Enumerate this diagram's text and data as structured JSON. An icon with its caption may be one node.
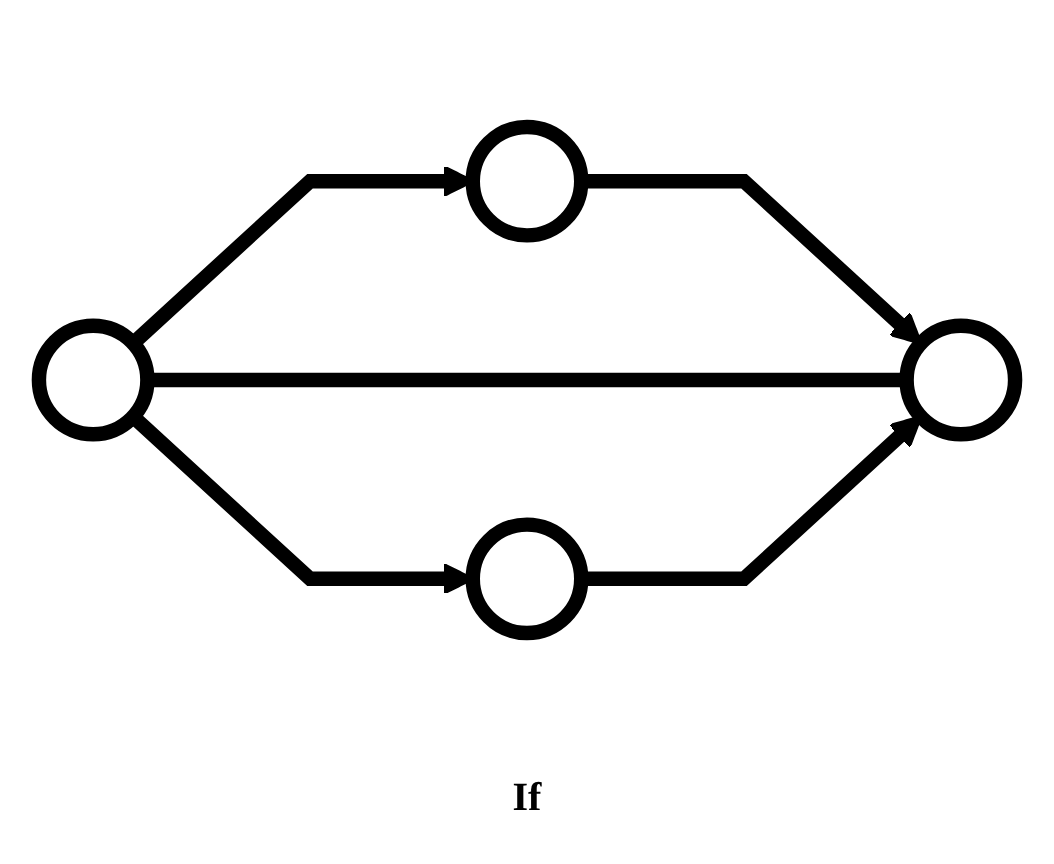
{
  "diagram": {
    "caption": "If",
    "nodes": [
      {
        "text": [],
        "shape": "circle"
      },
      {
        "text": [],
        "shape": "circle"
      },
      {
        "text": [],
        "shape": "circle"
      },
      {
        "text": [],
        "shape": "circle"
      }
    ],
    "edges": [
      {
        "from": 0,
        "to": 1,
        "arrow": "to"
      },
      {
        "from": 1,
        "to": 3,
        "arrow": "to"
      },
      {
        "from": 0,
        "to": 3,
        "arrow": "none"
      },
      {
        "from": 0,
        "to": 2,
        "arrow": "to"
      },
      {
        "from": 2,
        "to": 3,
        "arrow": "to"
      }
    ]
  }
}
